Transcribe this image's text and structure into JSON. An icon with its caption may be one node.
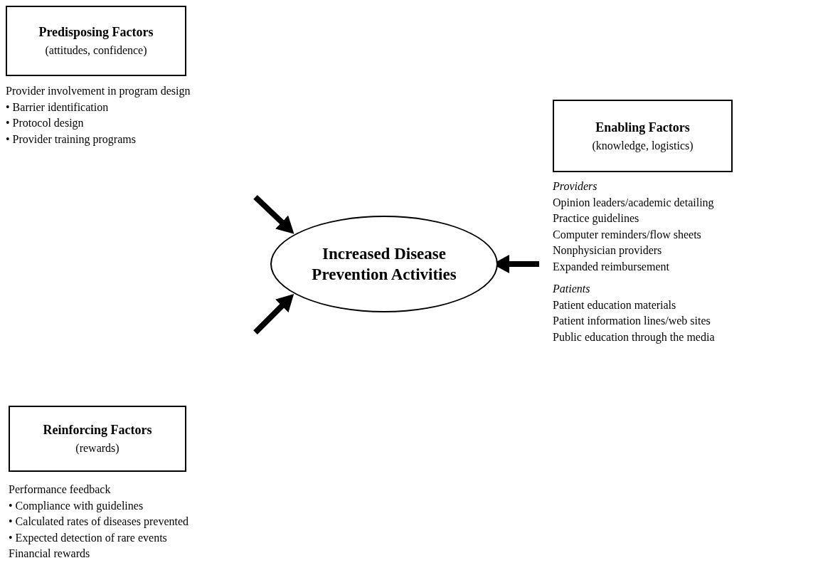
{
  "diagram": {
    "nodes": [
      {
        "text": [
          "Predisposing Factors",
          "(attitudes, confidence)"
        ],
        "beside": [
          "Provider involvement in program design",
          "• Barrier identification",
          "• Protocol design",
          "• Provider training programs"
        ]
      },
      {
        "text": [
          "Enabling Factors",
          "(knowledge, logistics)"
        ],
        "beside": [
          "Providers",
          "Opinion leaders/academic detailing",
          "Practice guidelines",
          "Computer reminders/flow sheets",
          "Nonphysician providers",
          "Expanded reimbursement",
          "Patients",
          "Patient education materials",
          "Patient information lines/web sites",
          "Public education through the media"
        ]
      },
      {
        "text": [
          "Reinforcing Factors",
          "(rewards)"
        ],
        "beside": [
          "Performance feedback",
          "• Compliance with guidelines",
          "• Calculated rates of diseases prevented",
          "• Expected detection of rare events",
          "Financial rewards"
        ]
      },
      {
        "text": [
          "Increased Disease Prevention Activities"
        ]
      }
    ],
    "edges": [
      {
        "from": null,
        "to": 3,
        "arrow": "to"
      },
      {
        "from": null,
        "to": 3,
        "arrow": "to"
      },
      {
        "from": null,
        "to": 3,
        "arrow": "to"
      }
    ]
  }
}
